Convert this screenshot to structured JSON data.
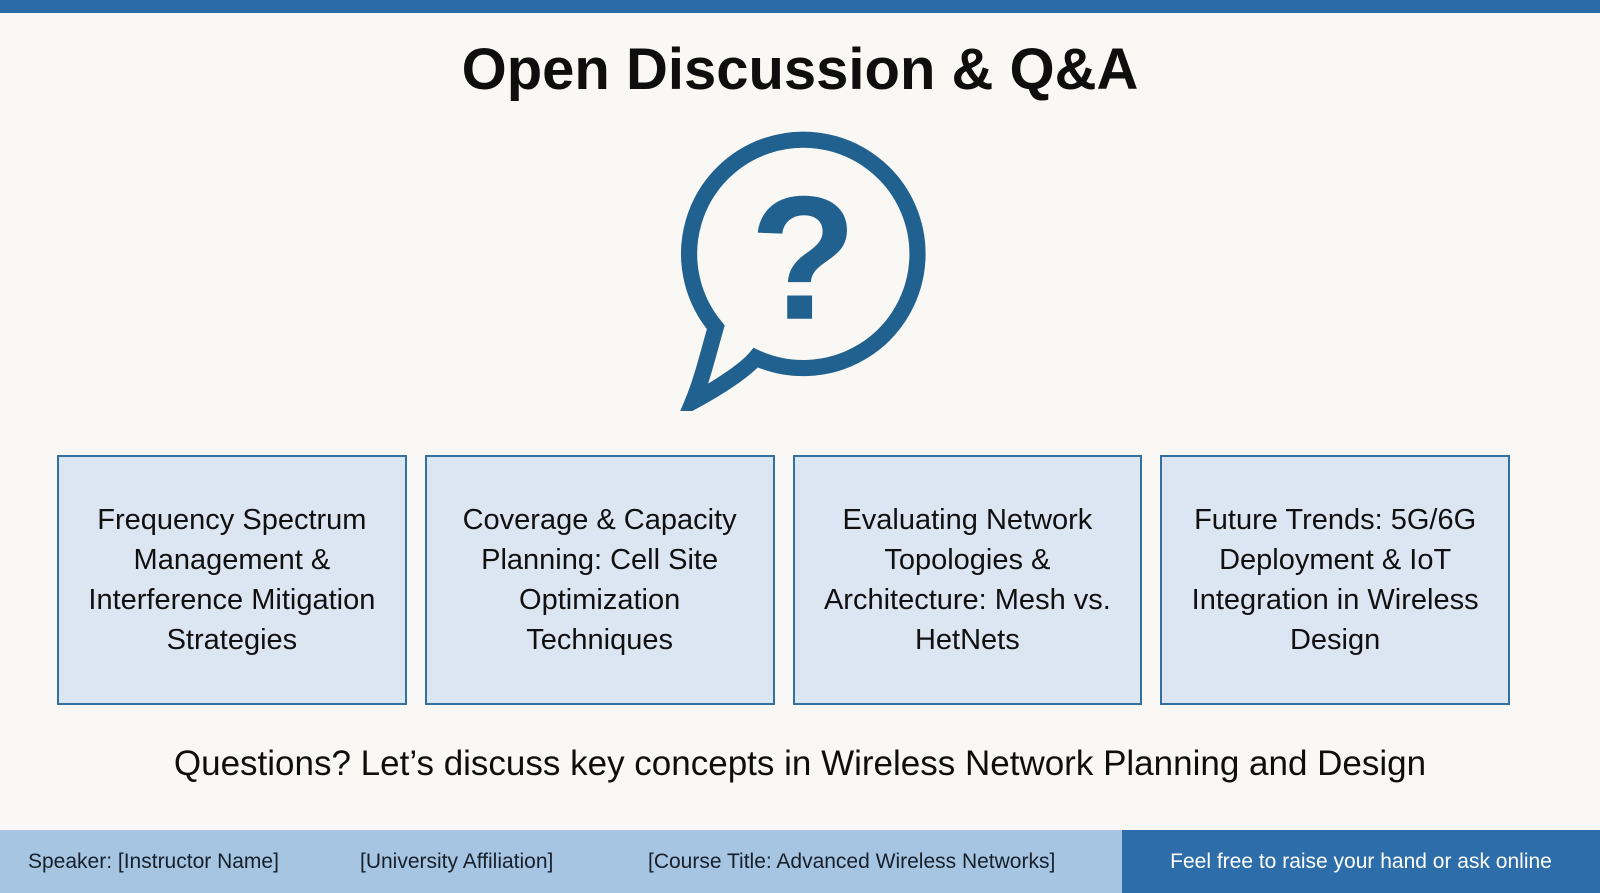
{
  "slide": {
    "title": "Open Discussion & Q&A",
    "icon": "question-speech-bubble-icon",
    "topics": [
      "Frequency Spectrum Management & Interference Mitigation Strategies",
      "Coverage & Capacity Planning: Cell Site Optimization Techniques",
      "Evaluating Network Topologies & Architecture: Mesh vs. HetNets",
      "Future Trends: 5G/6G Deployment & IoT Integration in Wireless Design"
    ],
    "question_line": "Questions? Let’s discuss key concepts in Wireless Network Planning and Design",
    "question_mark": "?",
    "footer": {
      "speaker": "Speaker: [Instructor Name]",
      "affiliation": "[University Affiliation]",
      "course": "[Course Title: Advanced Wireless Networks]",
      "note": "Feel free to raise your hand or ask online"
    },
    "colors": {
      "accent_bar": "#2b6ca8",
      "icon_blue": "#21618f",
      "box_fill": "#dce6f2",
      "box_border": "#34709f",
      "footer_bg": "#a6c5e2",
      "footer_note_bg": "#2d6da9",
      "footer_note_text": "#ffffff",
      "text": "#0e0e0e",
      "background": "#faf8f4"
    }
  }
}
